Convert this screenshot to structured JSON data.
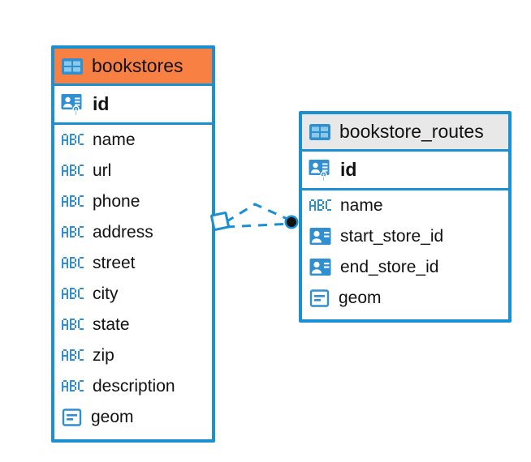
{
  "diagram": {
    "type": "entity-relationship-diagram",
    "colors": {
      "border": "#1a8fd1",
      "selected_header": "#f78042",
      "header": "#e8e8e8",
      "icon_blue": "#2f8fd0",
      "connector": "#1a8fd1",
      "endpoint_dot": "#111111",
      "text": "#111111",
      "background": "#ffffff"
    },
    "entities": [
      {
        "name": "bookstores",
        "selected": true,
        "header_icon": "table-icon",
        "primary_key": {
          "name": "id",
          "icon": "primary-key-icon"
        },
        "fields": [
          {
            "name": "name",
            "icon": "abc-text-icon"
          },
          {
            "name": "url",
            "icon": "abc-text-icon"
          },
          {
            "name": "phone",
            "icon": "abc-text-icon"
          },
          {
            "name": "address",
            "icon": "abc-text-icon"
          },
          {
            "name": "street",
            "icon": "abc-text-icon"
          },
          {
            "name": "city",
            "icon": "abc-text-icon"
          },
          {
            "name": "state",
            "icon": "abc-text-icon"
          },
          {
            "name": "zip",
            "icon": "abc-text-icon"
          },
          {
            "name": "description",
            "icon": "abc-text-icon"
          },
          {
            "name": "geom",
            "icon": "geometry-icon"
          }
        ]
      },
      {
        "name": "bookstore_routes",
        "selected": false,
        "header_icon": "table-icon",
        "primary_key": {
          "name": "id",
          "icon": "primary-key-icon"
        },
        "fields": [
          {
            "name": "name",
            "icon": "abc-text-icon"
          },
          {
            "name": "start_store_id",
            "icon": "foreign-key-icon"
          },
          {
            "name": "end_store_id",
            "icon": "foreign-key-icon"
          },
          {
            "name": "geom",
            "icon": "geometry-icon"
          }
        ]
      }
    ],
    "relationship": {
      "style": "dashed",
      "source_entity": "bookstores",
      "target_entity": "bookstore_routes",
      "source_marker": "diamond-outline",
      "target_marker": "filled-dot",
      "cardinality": "one-to-many"
    }
  }
}
